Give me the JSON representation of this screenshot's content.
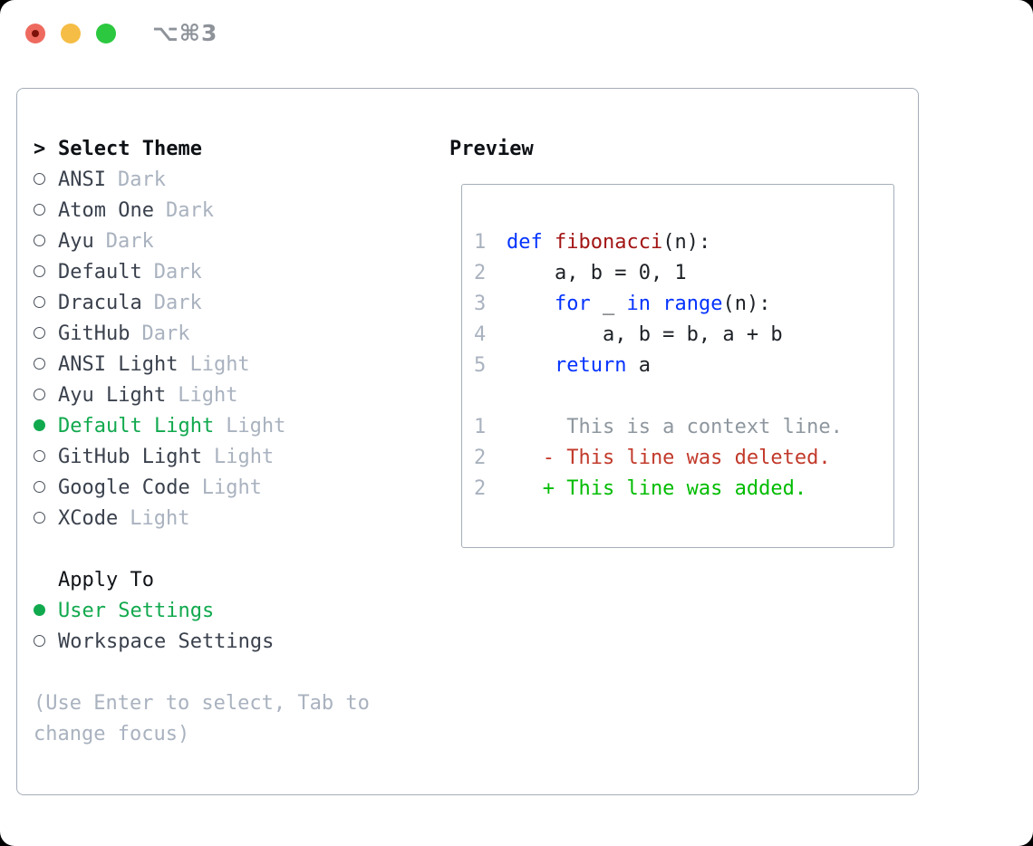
{
  "titlebar": {
    "shortcut": "⌥⌘3",
    "traffic_lights": [
      {
        "name": "close",
        "color": "#ee6a5f"
      },
      {
        "name": "minimize",
        "color": "#f5bd45"
      },
      {
        "name": "zoom",
        "color": "#2bc840"
      }
    ]
  },
  "theme_panel": {
    "header_marker": ">",
    "header": "Select Theme",
    "items": [
      {
        "name": "ANSI",
        "variant": "Dark",
        "selected": false
      },
      {
        "name": "Atom One",
        "variant": "Dark",
        "selected": false
      },
      {
        "name": "Ayu",
        "variant": "Dark",
        "selected": false
      },
      {
        "name": "Default",
        "variant": "Dark",
        "selected": false
      },
      {
        "name": "Dracula",
        "variant": "Dark",
        "selected": false
      },
      {
        "name": "GitHub",
        "variant": "Dark",
        "selected": false
      },
      {
        "name": "ANSI Light",
        "variant": "Light",
        "selected": false
      },
      {
        "name": "Ayu Light",
        "variant": "Light",
        "selected": false
      },
      {
        "name": "Default Light",
        "variant": "Light",
        "selected": true
      },
      {
        "name": "GitHub Light",
        "variant": "Light",
        "selected": false
      },
      {
        "name": "Google Code",
        "variant": "Light",
        "selected": false
      },
      {
        "name": "XCode",
        "variant": "Light",
        "selected": false
      }
    ]
  },
  "apply_panel": {
    "header": "Apply To",
    "options": [
      {
        "name": "User Settings",
        "selected": true
      },
      {
        "name": "Workspace Settings",
        "selected": false
      }
    ]
  },
  "help_text": "(Use Enter to select, Tab to change focus)",
  "preview": {
    "title": "Preview",
    "lines": [
      {
        "no": "1",
        "tokens": [
          {
            "t": "def ",
            "c": "kw"
          },
          {
            "t": "fibonacci",
            "c": "fn"
          },
          {
            "t": "(n):",
            "c": "tx"
          }
        ]
      },
      {
        "no": "2",
        "tokens": [
          {
            "t": "    a, b = 0, 1",
            "c": "tx"
          }
        ]
      },
      {
        "no": "3",
        "tokens": [
          {
            "t": "    ",
            "c": "tx"
          },
          {
            "t": "for",
            "c": "kw"
          },
          {
            "t": " _ ",
            "c": "tx"
          },
          {
            "t": "in",
            "c": "kw"
          },
          {
            "t": " ",
            "c": "tx"
          },
          {
            "t": "range",
            "c": "kw"
          },
          {
            "t": "(n):",
            "c": "tx"
          }
        ]
      },
      {
        "no": "4",
        "tokens": [
          {
            "t": "        a, b = b, a + b",
            "c": "tx"
          }
        ]
      },
      {
        "no": "5",
        "tokens": [
          {
            "t": "    ",
            "c": "tx"
          },
          {
            "t": "return",
            "c": "kw"
          },
          {
            "t": " a",
            "c": "tx"
          }
        ]
      },
      {
        "no": "",
        "tokens": []
      },
      {
        "no": "1",
        "tokens": [
          {
            "t": "     This is a context line.",
            "c": "ctx"
          }
        ]
      },
      {
        "no": "2",
        "tokens": [
          {
            "t": "   - This line was deleted.",
            "c": "del"
          }
        ]
      },
      {
        "no": "2",
        "tokens": [
          {
            "t": "   + This line was added.",
            "c": "add"
          }
        ]
      }
    ]
  },
  "colors": {
    "accent_green": "#11a94e",
    "diff_green": "#00bc00",
    "diff_red": "#c23a2b",
    "keyword_blue": "#0433ff",
    "function_red": "#a31515",
    "code_text": "#1d2126",
    "context_gray": "#8e979f",
    "lineno_gray": "#a9b2bf",
    "muted_gray": "#a9b2bf",
    "item_text": "#3a414d",
    "header_text": "#0d1014",
    "border_gray": "#a5aeb9",
    "titlebar_red": "#ee6a5f",
    "titlebar_yellow": "#f5bd45",
    "titlebar_green": "#2bc840",
    "shortcut_gray": "#8e939a",
    "window_bg": "#ffffff",
    "outside_bg": "#000000"
  }
}
